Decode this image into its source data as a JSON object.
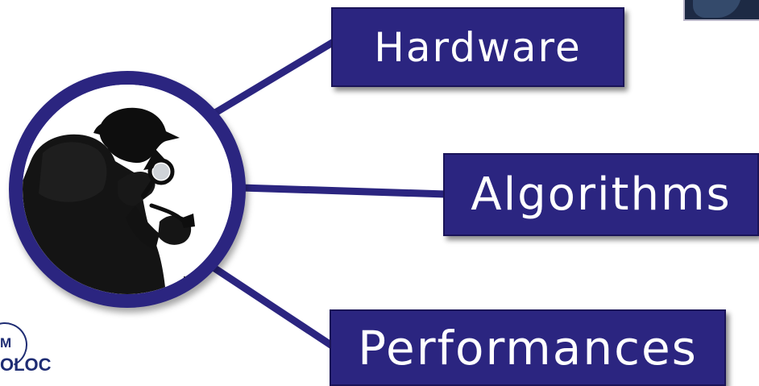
{
  "diagram": {
    "nodes": [
      {
        "id": "hardware",
        "label": "Hardware"
      },
      {
        "id": "algorithms",
        "label": "Algorithms"
      },
      {
        "id": "performances",
        "label": "Performances"
      }
    ]
  },
  "logo": {
    "mark": "M",
    "word": "OLOC"
  },
  "colors": {
    "box_fill": "#2b2580",
    "box_border": "#1a1458",
    "connector": "#2b2580",
    "circle_ring": "#2b2580",
    "text": "#ffffff",
    "logo": "#1e2c73"
  },
  "icons": {
    "central_image": "detective-silhouette-icon",
    "corner_image": "photo-thumbnail-icon"
  }
}
